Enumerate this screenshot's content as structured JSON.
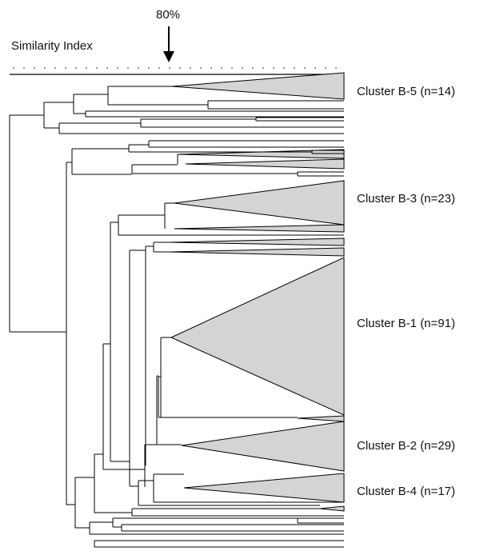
{
  "header": {
    "axis_label": "Similarity Index",
    "marker_label": "80%"
  },
  "clusters": [
    {
      "label": "Cluster B-5 (n=14)"
    },
    {
      "label": "Cluster B-3 (n=23)"
    },
    {
      "label": "Cluster B-1 (n=91)"
    },
    {
      "label": "Cluster B-2 (n=29)"
    },
    {
      "label": "Cluster B-4 (n=17)"
    }
  ],
  "colors": {
    "clade_fill": "#d4d4d4",
    "line": "#000000",
    "scale_dots": "#9a9a9a"
  }
}
